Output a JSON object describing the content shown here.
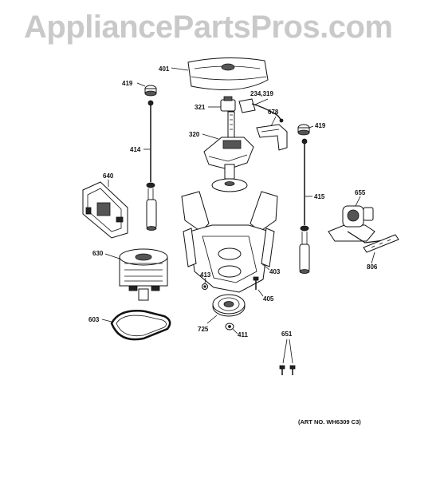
{
  "watermark": "AppliancePartsPros.com",
  "art_number": "(ART NO. WH6309 C3)",
  "callouts": {
    "p401": "401",
    "p419a": "419",
    "p419b": "419",
    "p234": "234,319",
    "p321": "321",
    "p678": "678",
    "p320": "320",
    "p414": "414",
    "p415": "415",
    "p640": "640",
    "p655": "655",
    "p630": "630",
    "p806": "806",
    "p413": "413",
    "p403": "403",
    "p405": "405",
    "p603": "603",
    "p725": "725",
    "p411": "411",
    "p651": "651"
  }
}
